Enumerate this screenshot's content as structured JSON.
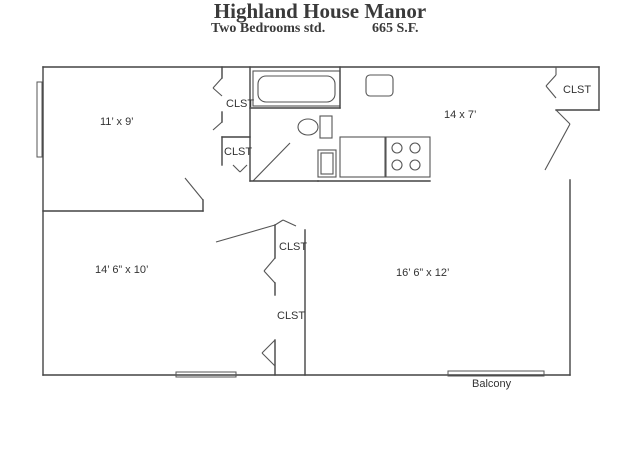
{
  "header": {
    "title": "Highland House Manor",
    "unit_type": "Two Bedrooms std.",
    "area": "665 S.F."
  },
  "rooms": {
    "bedroom_small": "11’ x 9’",
    "kitchen": "14 x 7’",
    "bedroom_large": "14’ 6” x 10’",
    "living": "16’ 6” x 12’"
  },
  "closets": {
    "c1": "CLST",
    "c2": "CLST",
    "c3": "CLST",
    "c4": "CLST",
    "c5": "CLST"
  },
  "balcony": "Balcony",
  "colors": {
    "wall": "#444444",
    "text": "#333333",
    "title": "#3a3a3a"
  }
}
